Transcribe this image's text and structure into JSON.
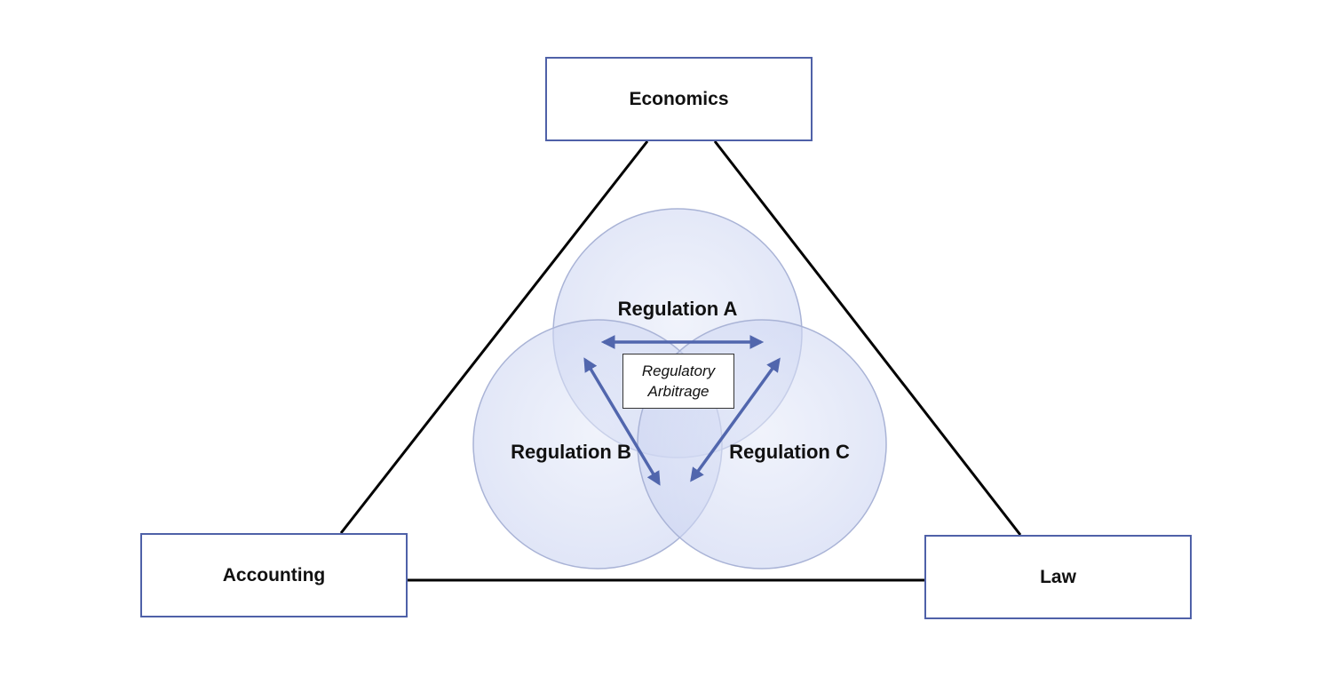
{
  "disciplines": {
    "top": "Economics",
    "bottom_left": "Accounting",
    "bottom_right": "Law"
  },
  "regulations": {
    "a": "Regulation A",
    "b": "Regulation B",
    "c": "Regulation C"
  },
  "center": {
    "line1": "Regulatory",
    "line2": "Arbitrage"
  },
  "colors": {
    "box_border": "#4f61a8",
    "triangle_line": "#000000",
    "circle_fill": "#d3daf4",
    "circle_stroke": "#a9b3d6",
    "arrow": "#5166ad"
  }
}
